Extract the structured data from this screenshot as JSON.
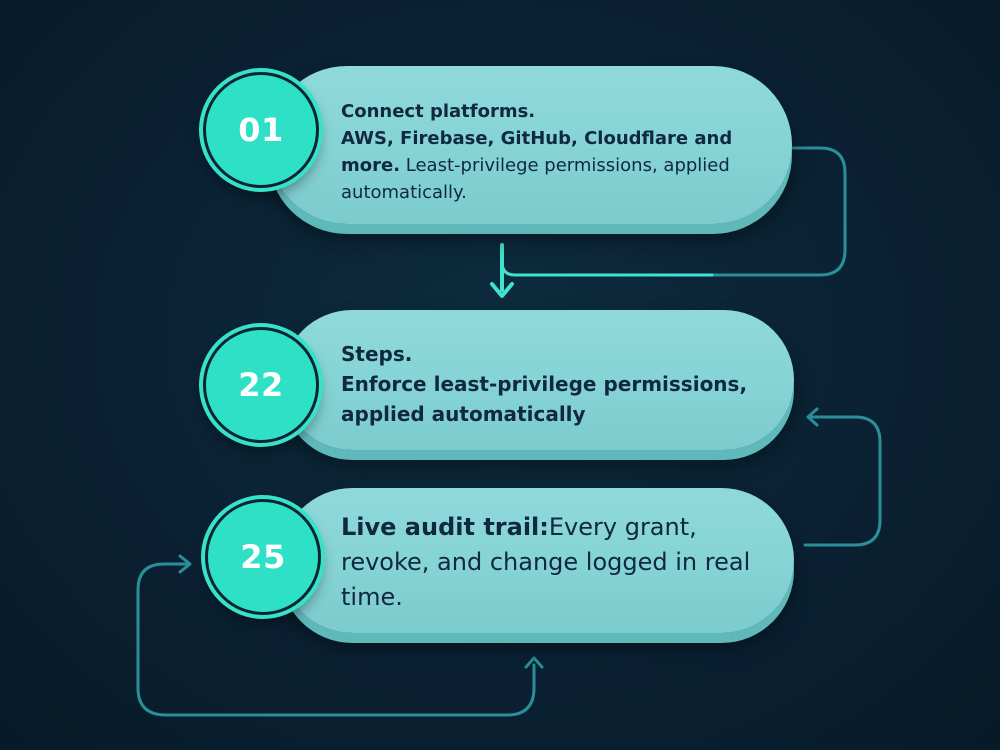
{
  "steps": [
    {
      "number": "01",
      "title": "Connect platforms.",
      "emphasis": "AWS, Firebase, GitHub, Cloudflare and more.",
      "detail": " Least-privilege permissions, applied automatically."
    },
    {
      "number": "22",
      "title": "Steps.",
      "emphasis": "Enforce least-privilege permissions, applied automatically",
      "detail": ""
    },
    {
      "number": "25",
      "title": "",
      "emphasis": "Live audit trail:",
      "detail": "Every grant, revoke, and change logged in real time."
    }
  ],
  "colors": {
    "background": "#0a2133",
    "pill": "#88d5d6",
    "badge": "#2ee0c6",
    "connector": "#2ec7c0",
    "text": "#102840"
  },
  "icons": [
    "arrow-down-icon",
    "arrow-left-icon",
    "arrow-right-icon",
    "arrow-up-icon"
  ]
}
